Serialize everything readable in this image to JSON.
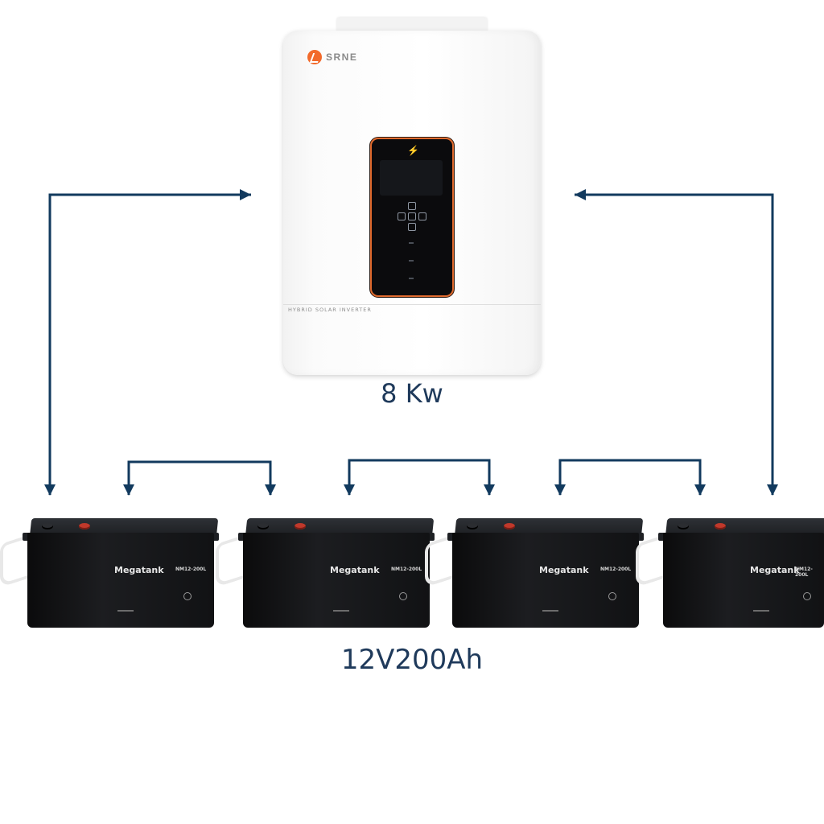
{
  "inverter": {
    "brand": "SRNE",
    "model_label": "HYBRID SOLAR INVERTER",
    "power_label": "8 Kw"
  },
  "batteries": {
    "brand": "Megatank",
    "model": "NM12-200L",
    "count": 4,
    "spec_label": "12V200Ah"
  },
  "colors": {
    "wire": "#123a5e",
    "caption": "#1f3a5b",
    "panel_accent": "#e06a2e",
    "brand_accent": "#f26a2b"
  }
}
